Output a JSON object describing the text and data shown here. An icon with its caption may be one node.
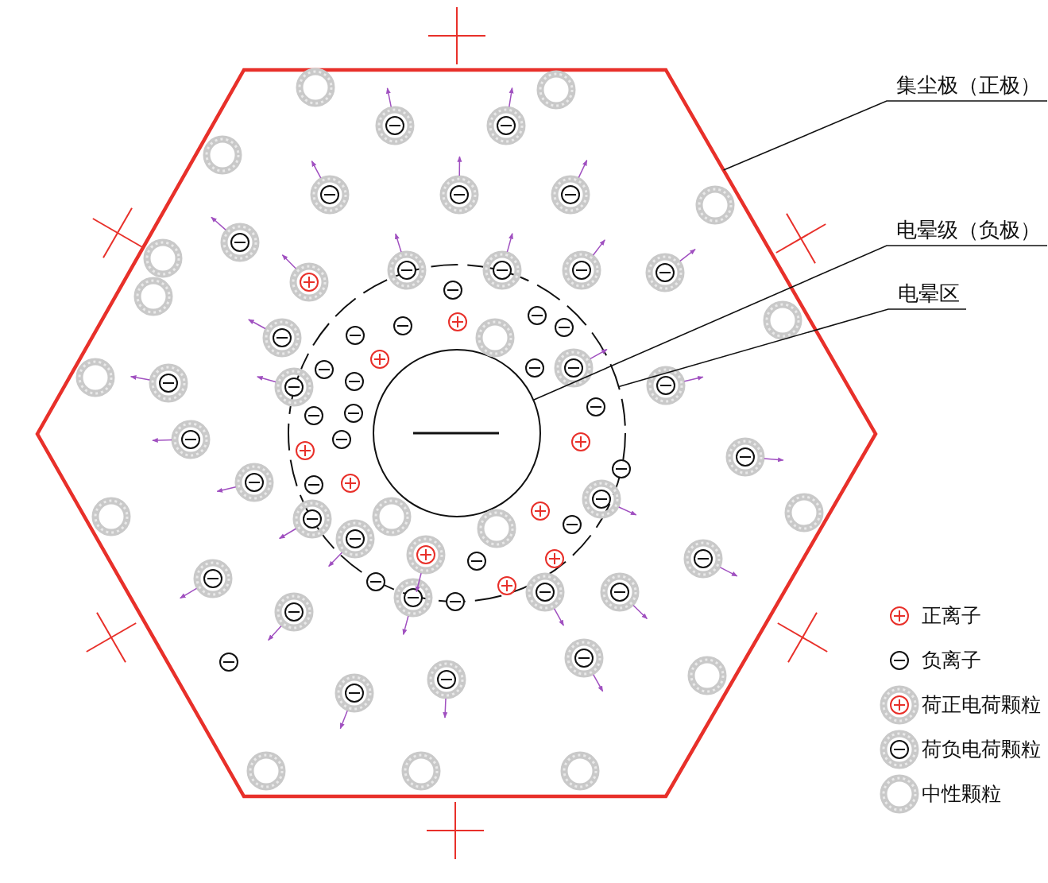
{
  "diagram": {
    "nodes": [
      {
        "text": [
          "集尘极（正极）"
        ]
      },
      {
        "text": [],
        "shape": "hexagon"
      },
      {
        "text": [
          "电晕级（负极）"
        ]
      },
      {
        "text": [
          "电晕区"
        ]
      },
      {
        "text": [],
        "shape": "circle",
        "in": 1
      },
      {
        "text": [],
        "shape": "circle",
        "in": 4
      }
    ],
    "edges": [
      {
        "from": 0,
        "to": 1,
        "arrow": "none"
      },
      {
        "from": 2,
        "to": 5,
        "arrow": "none"
      },
      {
        "from": 3,
        "to": 4,
        "arrow": "none"
      }
    ],
    "legend": [
      {
        "text": "正离子"
      },
      {
        "text": "负离子"
      },
      {
        "text": "荷正电荷颗粒"
      },
      {
        "text": "荷负电荷颗粒"
      },
      {
        "text": "中性颗粒"
      }
    ]
  }
}
